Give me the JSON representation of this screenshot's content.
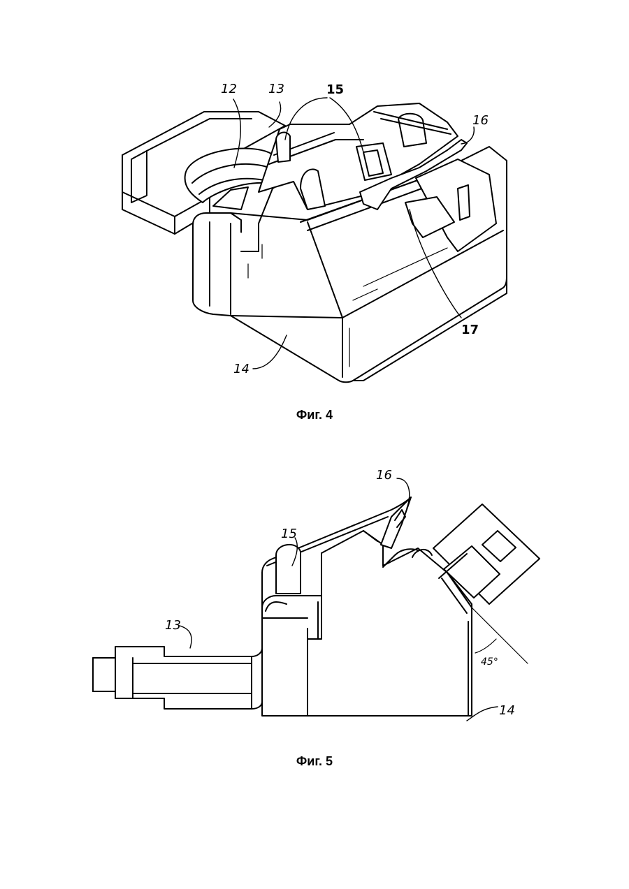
{
  "figures": [
    {
      "caption": "Фиг. 4",
      "labels": {
        "l12": "12",
        "l13": "13",
        "l15": "15",
        "l16": "16",
        "l17": "17",
        "l14": "14"
      }
    },
    {
      "caption": "Фиг. 5",
      "labels": {
        "l16": "16",
        "l15": "15",
        "l13": "13",
        "l14": "14",
        "angle": "45°"
      }
    }
  ]
}
